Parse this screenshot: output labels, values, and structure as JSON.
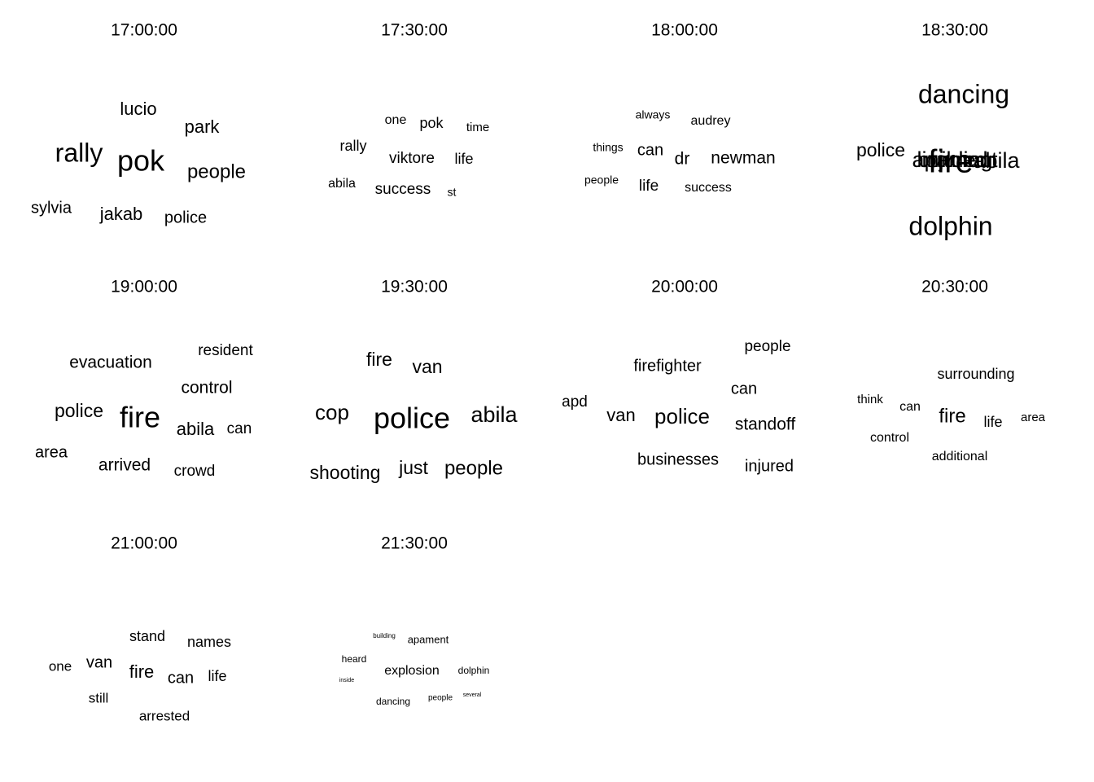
{
  "chart_data": {
    "type": "wordcloud",
    "grid": "3x4",
    "panels": [
      {
        "title": "17:00:00",
        "words": [
          {
            "text": "lucio",
            "weight": 0.55
          },
          {
            "text": "park",
            "weight": 0.55
          },
          {
            "text": "rally",
            "weight": 0.85
          },
          {
            "text": "pok",
            "weight": 1.0
          },
          {
            "text": "people",
            "weight": 0.6
          },
          {
            "text": "sylvia",
            "weight": 0.5
          },
          {
            "text": "jakab",
            "weight": 0.57
          },
          {
            "text": "police",
            "weight": 0.52
          }
        ]
      },
      {
        "title": "17:30:00",
        "words": [
          {
            "text": "one",
            "weight": 0.45
          },
          {
            "text": "pok",
            "weight": 0.52
          },
          {
            "text": "time",
            "weight": 0.42
          },
          {
            "text": "rally",
            "weight": 0.5
          },
          {
            "text": "viktore",
            "weight": 0.55
          },
          {
            "text": "life",
            "weight": 0.5
          },
          {
            "text": "abila",
            "weight": 0.45
          },
          {
            "text": "success",
            "weight": 0.55
          },
          {
            "text": "st",
            "weight": 0.4
          }
        ]
      },
      {
        "title": "18:00:00",
        "words": [
          {
            "text": "always",
            "weight": 0.4
          },
          {
            "text": "audrey",
            "weight": 0.44
          },
          {
            "text": "things",
            "weight": 0.4
          },
          {
            "text": "can",
            "weight": 0.57
          },
          {
            "text": "dr",
            "weight": 0.6
          },
          {
            "text": "newman",
            "weight": 0.6
          },
          {
            "text": "people",
            "weight": 0.4
          },
          {
            "text": "life",
            "weight": 0.55
          },
          {
            "text": "success",
            "weight": 0.44
          }
        ]
      },
      {
        "title": "18:30:00",
        "words": [
          {
            "text": "dancing",
            "weight": 0.85
          },
          {
            "text": "police",
            "weight": 0.62
          },
          {
            "text": "abila",
            "weight": 0.72
          },
          {
            "text": "apament",
            "weight": 0.72
          },
          {
            "text": "building",
            "weight": 0.72
          },
          {
            "text": "injured",
            "weight": 0.72
          },
          {
            "text": "fire",
            "weight": 1.0
          },
          {
            "text": "dolphin",
            "weight": 0.85
          }
        ]
      },
      {
        "title": "19:00:00",
        "words": [
          {
            "text": "resident",
            "weight": 0.5
          },
          {
            "text": "evacuation",
            "weight": 0.55
          },
          {
            "text": "control",
            "weight": 0.55
          },
          {
            "text": "police",
            "weight": 0.6
          },
          {
            "text": "fire",
            "weight": 0.9
          },
          {
            "text": "abila",
            "weight": 0.57
          },
          {
            "text": "can",
            "weight": 0.5
          },
          {
            "text": "area",
            "weight": 0.5
          },
          {
            "text": "arrived",
            "weight": 0.55
          },
          {
            "text": "crowd",
            "weight": 0.5
          }
        ]
      },
      {
        "title": "19:30:00",
        "words": [
          {
            "text": "fire",
            "weight": 0.62
          },
          {
            "text": "van",
            "weight": 0.65
          },
          {
            "text": "cop",
            "weight": 0.7
          },
          {
            "text": "police",
            "weight": 1.0
          },
          {
            "text": "abila",
            "weight": 0.75
          },
          {
            "text": "shooting",
            "weight": 0.62
          },
          {
            "text": "just",
            "weight": 0.65
          },
          {
            "text": "people",
            "weight": 0.65
          }
        ]
      },
      {
        "title": "20:00:00",
        "words": [
          {
            "text": "people",
            "weight": 0.5
          },
          {
            "text": "firefighter",
            "weight": 0.52
          },
          {
            "text": "can",
            "weight": 0.52
          },
          {
            "text": "apd",
            "weight": 0.5
          },
          {
            "text": "van",
            "weight": 0.62
          },
          {
            "text": "police",
            "weight": 0.7
          },
          {
            "text": "standoff",
            "weight": 0.55
          },
          {
            "text": "businesses",
            "weight": 0.52
          },
          {
            "text": "injured",
            "weight": 0.52
          }
        ]
      },
      {
        "title": "20:30:00",
        "words": [
          {
            "text": "surrounding",
            "weight": 0.45
          },
          {
            "text": "think",
            "weight": 0.38
          },
          {
            "text": "can",
            "weight": 0.4
          },
          {
            "text": "fire",
            "weight": 0.6
          },
          {
            "text": "life",
            "weight": 0.45
          },
          {
            "text": "area",
            "weight": 0.38
          },
          {
            "text": "control",
            "weight": 0.4
          },
          {
            "text": "additional",
            "weight": 0.4
          }
        ]
      },
      {
        "title": "21:00:00",
        "words": [
          {
            "text": "stand",
            "weight": 0.45
          },
          {
            "text": "names",
            "weight": 0.45
          },
          {
            "text": "one",
            "weight": 0.42
          },
          {
            "text": "van",
            "weight": 0.5
          },
          {
            "text": "fire",
            "weight": 0.52
          },
          {
            "text": "can",
            "weight": 0.5
          },
          {
            "text": "life",
            "weight": 0.45
          },
          {
            "text": "still",
            "weight": 0.45
          },
          {
            "text": "arrested",
            "weight": 0.45
          }
        ]
      },
      {
        "title": "21:30:00",
        "words": [
          {
            "text": "building",
            "weight": 0.15
          },
          {
            "text": "apament",
            "weight": 0.35
          },
          {
            "text": "heard",
            "weight": 0.3
          },
          {
            "text": "explosion",
            "weight": 0.43
          },
          {
            "text": "dolphin",
            "weight": 0.32
          },
          {
            "text": "inside",
            "weight": 0.12
          },
          {
            "text": "dancing",
            "weight": 0.32
          },
          {
            "text": "people",
            "weight": 0.27
          },
          {
            "text": "several",
            "weight": 0.15
          }
        ]
      }
    ]
  }
}
